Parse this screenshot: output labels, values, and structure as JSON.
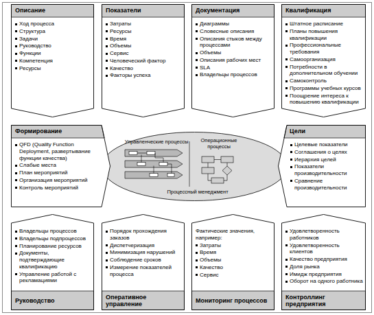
{
  "diagram": {
    "nodes": [
      {
        "text": [
          "Описание",
          "Ход процесса",
          "Структура",
          "Задачи",
          "Руководство",
          "Функции",
          "Компетенция",
          "Ресурсы"
        ]
      },
      {
        "text": [
          "Показатели",
          "Затраты",
          "Ресурсы",
          "Время",
          "Объемы",
          "Сервис",
          "Человеческий фактор",
          "Качество",
          "Факторы успеха"
        ]
      },
      {
        "text": [
          "Документация",
          "Диаграммы",
          "Словесные описания",
          "Описания стыков между процессами",
          "Объемы",
          "Описания рабочих мест",
          "SLA",
          "Владельцы процессов"
        ]
      },
      {
        "text": [
          "Квалификация",
          "Штатное расписание",
          "Планы повышения квалификации",
          "Профессиональные требования",
          "Самоорганизация",
          "Потребности в дополнительном обучении",
          "Самоконтроль",
          "Программы учебных курсов",
          "Поощрение интереса к повышению квалификации"
        ]
      },
      {
        "text": [
          "Формирование",
          "QFD (Quality Function Deployment, развертывание функции качества)",
          "Слабые места",
          "План мероприятий",
          "Организация мероприятий",
          "Контроль мероприятий"
        ]
      },
      {
        "text": [
          "Управленческие процессы",
          "Операционные процессы",
          "Процессный менеджмент"
        ]
      },
      {
        "text": [
          "Цели",
          "Целевые показатели",
          "Соглашения о целях",
          "Иерархия целей",
          "Показатели производительности",
          "Сравнение производительности"
        ]
      },
      {
        "text": [
          "Руководство",
          "Владельцы процессов",
          "Владельцы подпроцессов",
          "Планирование ресурсов",
          "Документы, подтверждающие квалификацию",
          "Управление работой с рекламациями"
        ]
      },
      {
        "text": [
          "Оперативное управление",
          "Порядок прохождения заказов",
          "Диспетчеризация",
          "Минимизация нарушений",
          "Соблюдение сроков",
          "Измерение показателей процесса"
        ]
      },
      {
        "text": [
          "Мониторинг процессов",
          "Фактические значения, например:",
          "Затраты",
          "Время",
          "Объемы",
          "Качество",
          "Сервис"
        ]
      },
      {
        "text": [
          "Контроллинг предприятия",
          "Удовлетворенность работников",
          "Удовлетворенность клиентов",
          "Качество предприятия",
          "Доля рынка",
          "Имидж предприятия",
          "Оборот на одного работника"
        ]
      }
    ]
  }
}
